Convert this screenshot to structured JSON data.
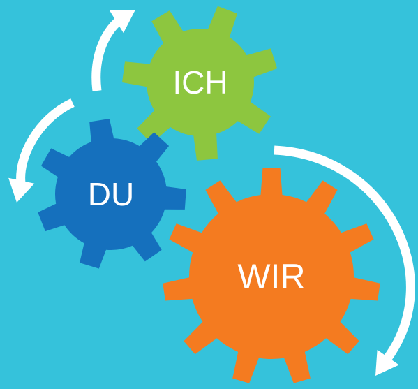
{
  "diagram": {
    "background": "#35c2db",
    "gears": [
      {
        "id": "ich",
        "label": "ICH",
        "color": "#8dc63f"
      },
      {
        "id": "du",
        "label": "DU",
        "color": "#1570bd"
      },
      {
        "id": "wir",
        "label": "WIR",
        "color": "#f47b20"
      }
    ],
    "arrows": [
      {
        "id": "arrow-du-to-ich",
        "color": "#ffffff"
      },
      {
        "id": "arrow-ich-to-du",
        "color": "#ffffff"
      },
      {
        "id": "arrow-wir-clockwise",
        "color": "#ffffff"
      }
    ]
  }
}
